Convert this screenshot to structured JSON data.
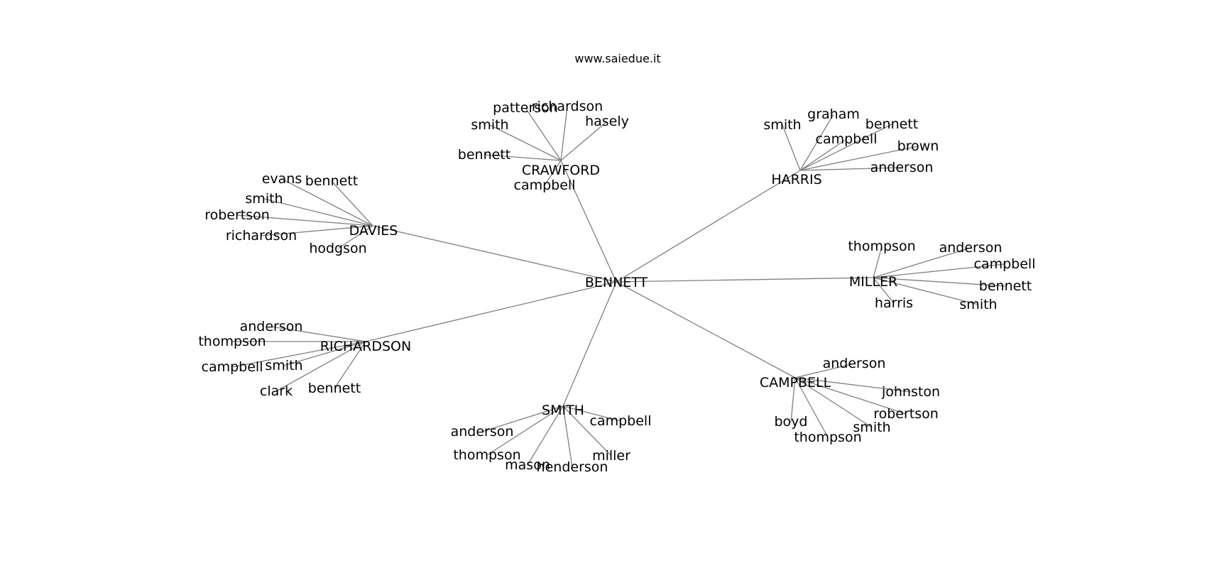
{
  "header": {
    "site": "www.saiedue.it"
  },
  "root": "BENNETT",
  "groups": [
    {
      "id": "crawford",
      "name": "CRAWFORD",
      "leaves": [
        "patterson",
        "richardson",
        "smith",
        "hasely",
        "bennett",
        "campbell"
      ]
    },
    {
      "id": "harris",
      "name": "HARRIS",
      "leaves": [
        "smith",
        "graham",
        "bennett",
        "campbell",
        "brown",
        "anderson"
      ]
    },
    {
      "id": "davies",
      "name": "DAVIES",
      "leaves": [
        "evans",
        "bennett",
        "smith",
        "robertson",
        "richardson",
        "hodgson"
      ]
    },
    {
      "id": "miller",
      "name": "MILLER",
      "leaves": [
        "thompson",
        "anderson",
        "campbell",
        "bennett",
        "harris",
        "smith"
      ]
    },
    {
      "id": "richardson",
      "name": "RICHARDSON",
      "leaves": [
        "anderson",
        "thompson",
        "campbell",
        "smith",
        "clark",
        "bennett"
      ]
    },
    {
      "id": "campbell",
      "name": "CAMPBELL",
      "leaves": [
        "anderson",
        "johnston",
        "robertson",
        "boyd",
        "smith",
        "thompson"
      ]
    },
    {
      "id": "smith",
      "name": "SMITH",
      "leaves": [
        "campbell",
        "anderson",
        "thompson",
        "miller",
        "mason",
        "henderson"
      ]
    }
  ]
}
